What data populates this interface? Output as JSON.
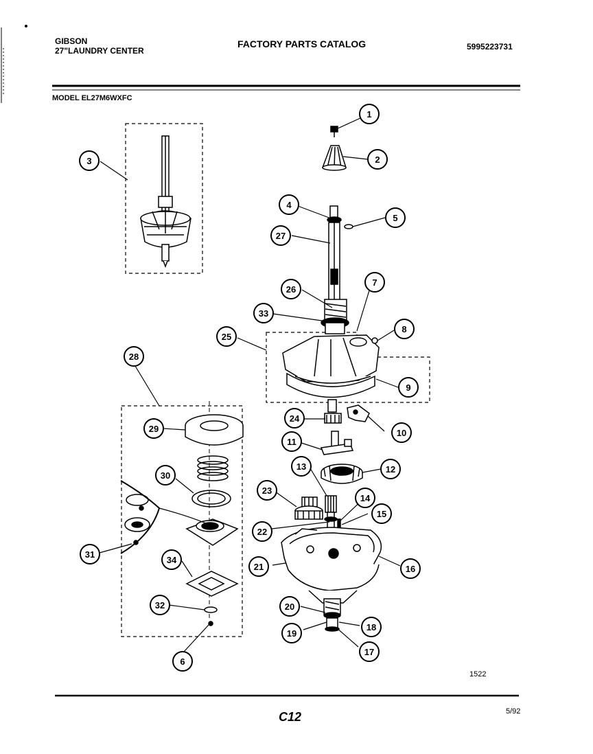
{
  "header": {
    "brand": "GIBSON",
    "product": "27\"LAUNDRY CENTER",
    "catalog_title": "FACTORY PARTS CATALOG",
    "catalog_number": "5995223731",
    "model": "MODEL EL27M6WXFC"
  },
  "diagram": {
    "callouts": [
      "1",
      "2",
      "3",
      "4",
      "5",
      "6",
      "7",
      "8",
      "9",
      "10",
      "11",
      "12",
      "13",
      "14",
      "15",
      "16",
      "17",
      "18",
      "19",
      "20",
      "21",
      "22",
      "23",
      "24",
      "25",
      "26",
      "27",
      "28",
      "29",
      "30",
      "31",
      "32",
      "33",
      "34"
    ]
  },
  "footer": {
    "illustration_ref": "1522",
    "page_code": "C12",
    "date": "5/92"
  }
}
